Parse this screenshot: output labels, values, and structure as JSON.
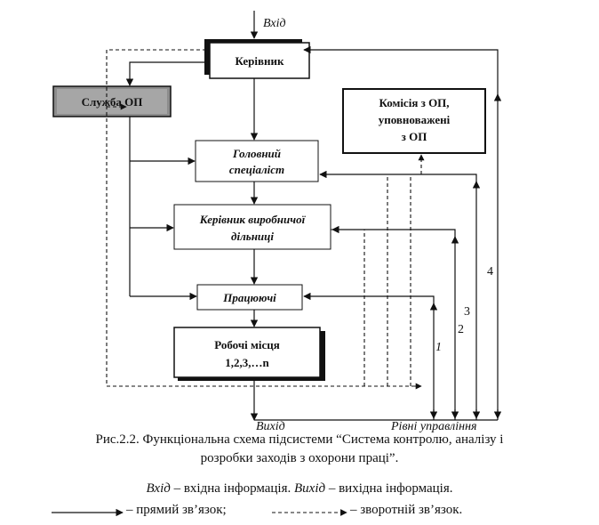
{
  "diagram": {
    "input_label": "Вхід",
    "output_label": "Вихід",
    "levels_label": "Рівні управління",
    "boxes": {
      "manager": "Керівник",
      "service_op": "Служба ОП",
      "commission": [
        "Комісія з ОП,",
        "уповноважені",
        "з ОП"
      ],
      "chief_specialist": [
        "Головний",
        "спеціаліст"
      ],
      "site_manager": [
        "Керівник виробничої",
        "дільниці"
      ],
      "workers": "Працюючі",
      "workplaces": [
        "Робочі місця",
        "1,2,3,…n"
      ]
    },
    "level_numbers": [
      "1",
      "2",
      "3",
      "4"
    ]
  },
  "caption": {
    "line1": "Рис.2.2.  Функціональна схема підсистеми “Система контролю, аналізу і",
    "line2": "розробки заходів з охорони праці”.",
    "line3_term1": "Вхід",
    "line3_text1": " – вхідна інформація.   ",
    "line3_term2": "Вихід",
    "line3_text2": " – вихідна інформація.",
    "legend_direct": "– прямий зв’язок;",
    "legend_feedback": "– зворотній зв’язок."
  }
}
